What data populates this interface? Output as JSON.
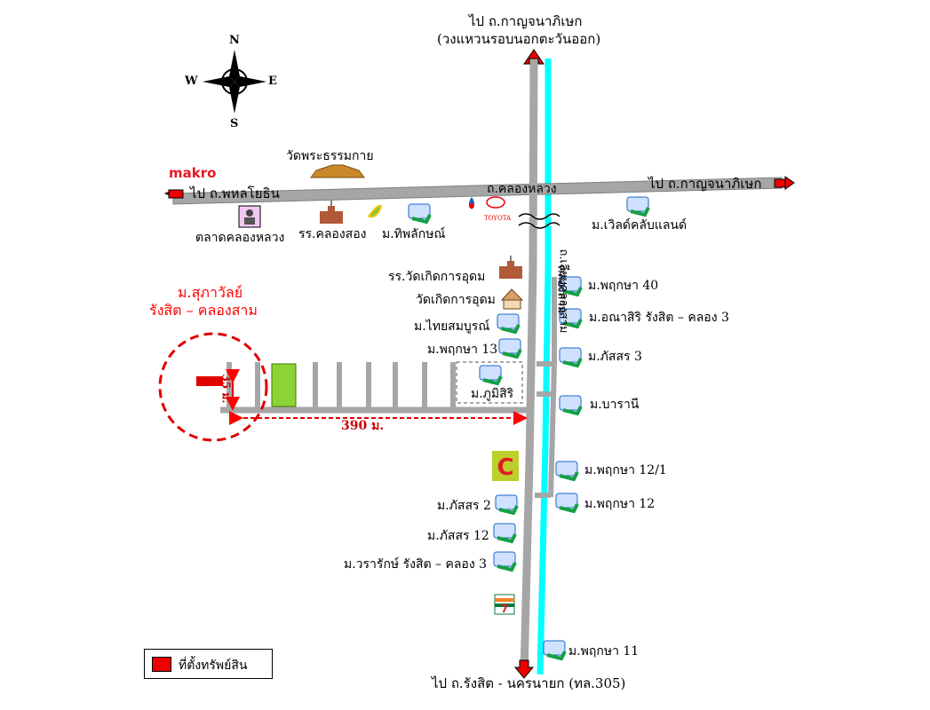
{
  "compass": {
    "n": "N",
    "s": "S",
    "e": "E",
    "w": "W"
  },
  "roads": {
    "north_to": "ไป ถ.กาญจนาภิเษก",
    "north_sub": "(วงแหวนรอบนอกตะวันออก)",
    "west_to": "ไป ถ.พหลโยธิน",
    "east_to": "ไป ถ.กาญจนาภิเษก",
    "main_road": "ถ.คลองหลวง",
    "vertical_road": "ถ.เลียบคลองสาม",
    "canal": "คลองสาม",
    "south_to": "ไป ถ.รังสิต - นครนายก (ทล.305)"
  },
  "landmarks": {
    "makro": "makro",
    "temple": "วัดพระธรรมกาย",
    "market": "ตลาดคลองหลวง",
    "school": "รร.คลองสอง",
    "tipalak": "ม.ทิพลักษณ์",
    "toyota": "TOYOTA",
    "worldclub": "ม.เวิลด์คลับแลนด์",
    "school2": "รร.วัดเกิดการอุดม",
    "temple2": "วัดเกิดการอุดม",
    "thaisomboon": "ม.ไทยสมบูรณ์",
    "pruksa13": "ม.พฤกษา 13",
    "phumisiri": "ม.ภูมิสิริ",
    "pruksa40": "ม.พฤกษา 40",
    "anasiri": "ม.อณาสิริ รังสิต – คลอง 3",
    "passorn3": "ม.ภัสสร 3",
    "barani": "ม.บารานี",
    "pruksa12_1": "ม.พฤกษา 12/1",
    "pruksa12": "ม.พฤกษา 12",
    "passorn2": "ม.ภัสสร 2",
    "passorn12": "ม.ภัสสร 12",
    "vararak": "ม.วรารักษ์ รังสิต – คลอง 3",
    "pruksa11": "ม.พฤกษา 11"
  },
  "property": {
    "name": "ม.สุภาวัลย์",
    "sub": "รังสิต – คลองสาม",
    "dist_h": "390 ม.",
    "dist_v": "35 ม."
  },
  "legend": {
    "label": "ที่ตั้งทรัพย์สิน"
  },
  "colors": {
    "road": "#a6a6a6",
    "canal": "#00ffff",
    "arrow": "#ff0000",
    "plot": "#8dd335",
    "property": "#e00000"
  }
}
